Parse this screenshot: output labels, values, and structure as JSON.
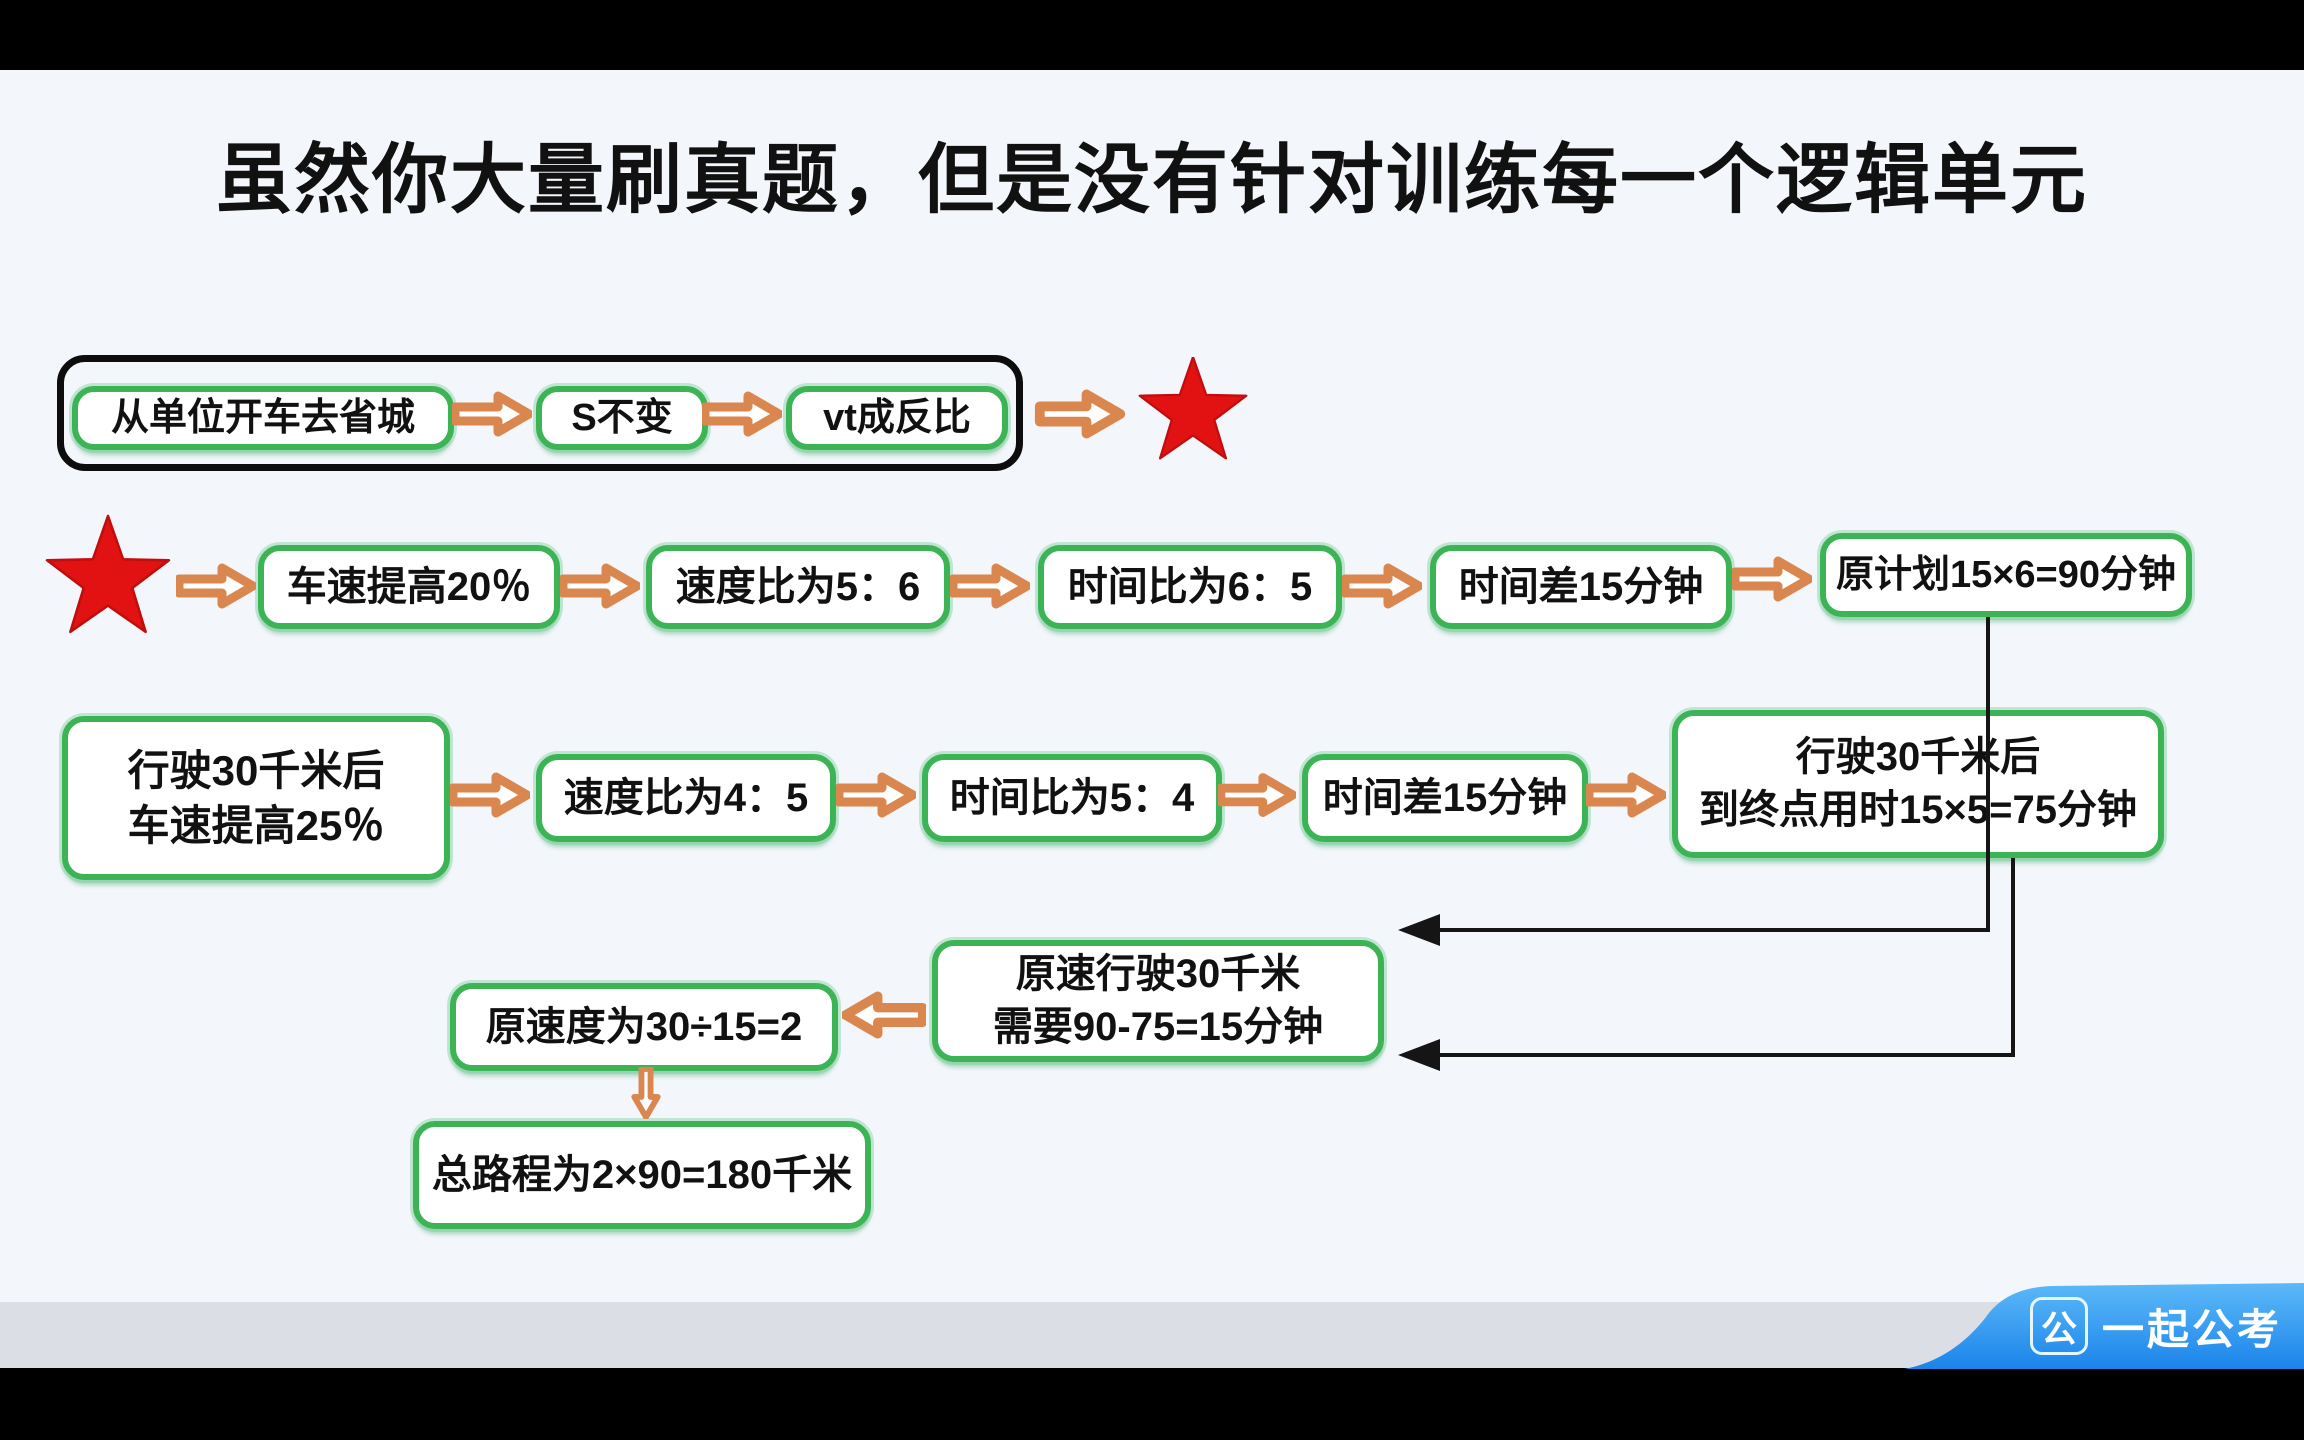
{
  "title": "虽然你大量刷真题，但是没有针对训练每一个逻辑单元",
  "flow": {
    "row1": {
      "box1": "从单位开车去省城",
      "box2": "S不变",
      "box3": "vt成反比"
    },
    "row2": {
      "box1": "车速提高20％",
      "box2": "速度比为5：6",
      "box3": "时间比为6：5",
      "box4": "时间差15分钟",
      "box5": "原计划15×6=90分钟"
    },
    "row3": {
      "box1_line1": "行驶30千米后",
      "box1_line2": "车速提高25％",
      "box2": "速度比为4：5",
      "box3": "时间比为5：4",
      "box4": "时间差15分钟",
      "box5_line1": "行驶30千米后",
      "box5_line2": "到终点用时15×5=75分钟"
    },
    "row4": {
      "box1": "原速度为30÷15=2",
      "box2_line1": "原速行驶30千米",
      "box2_line2": "需要90-75=15分钟"
    },
    "row5": {
      "box1": "总路程为2×90=180千米"
    }
  },
  "logo": {
    "badge": "公",
    "name": "一起公考"
  },
  "colors": {
    "box_border_green": "#3cb456",
    "arrow_orange": "#d9874e",
    "star_red": "#e31212",
    "connector_black": "#151515",
    "logo_blue_top": "#5cb9f8",
    "logo_blue_bottom": "#1b84ea",
    "background": "#f3f6fb",
    "footer_gray": "#dbdfe5"
  }
}
